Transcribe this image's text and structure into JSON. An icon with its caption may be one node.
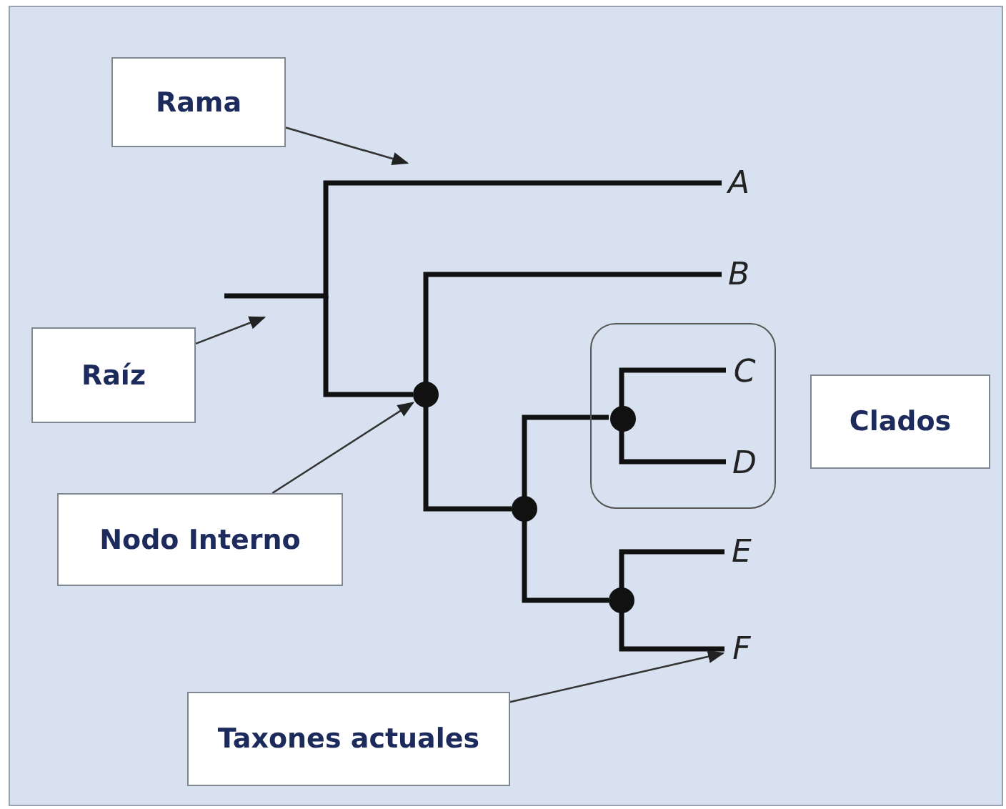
{
  "diagram": {
    "nodes": [
      {
        "text": [
          "Rama"
        ]
      },
      {
        "text": [
          "A"
        ]
      },
      {
        "text": [
          "B"
        ]
      },
      {
        "text": [
          "Raíz"
        ]
      },
      {
        "text": [],
        "shape": "circle"
      },
      {
        "text": [],
        "shape": "box"
      },
      {
        "text": [
          "C"
        ],
        "in": 5
      },
      {
        "text": [],
        "shape": "circle",
        "in": 5
      },
      {
        "text": [
          "D"
        ],
        "in": 5
      },
      {
        "text": [
          "Clados"
        ]
      },
      {
        "text": [
          "Nodo Interno"
        ]
      },
      {
        "text": [],
        "shape": "circle"
      },
      {
        "text": [
          "E"
        ]
      },
      {
        "text": [],
        "shape": "circle"
      },
      {
        "text": [
          "F"
        ]
      },
      {
        "text": [
          "Taxones actuales"
        ]
      }
    ],
    "edges": [
      {
        "from": null,
        "to": 1,
        "arrow": "none"
      },
      {
        "from": null,
        "to": 4,
        "arrow": "none"
      },
      {
        "from": 4,
        "to": 2,
        "arrow": "none"
      },
      {
        "from": 4,
        "to": 11,
        "arrow": "none"
      },
      {
        "from": 11,
        "to": 7,
        "arrow": "none"
      },
      {
        "from": 11,
        "to": 13,
        "arrow": "none"
      },
      {
        "from": 7,
        "to": 6,
        "arrow": "none"
      },
      {
        "from": 7,
        "to": 8,
        "arrow": "none"
      },
      {
        "from": 13,
        "to": 12,
        "arrow": "none"
      },
      {
        "from": 13,
        "to": 14,
        "arrow": "none"
      },
      {
        "from": 0,
        "to": null,
        "arrow": "to"
      },
      {
        "from": 3,
        "to": null,
        "arrow": "to"
      },
      {
        "from": 10,
        "to": 4,
        "arrow": "to"
      },
      {
        "from": 15,
        "to": 14,
        "arrow": "to"
      }
    ]
  }
}
